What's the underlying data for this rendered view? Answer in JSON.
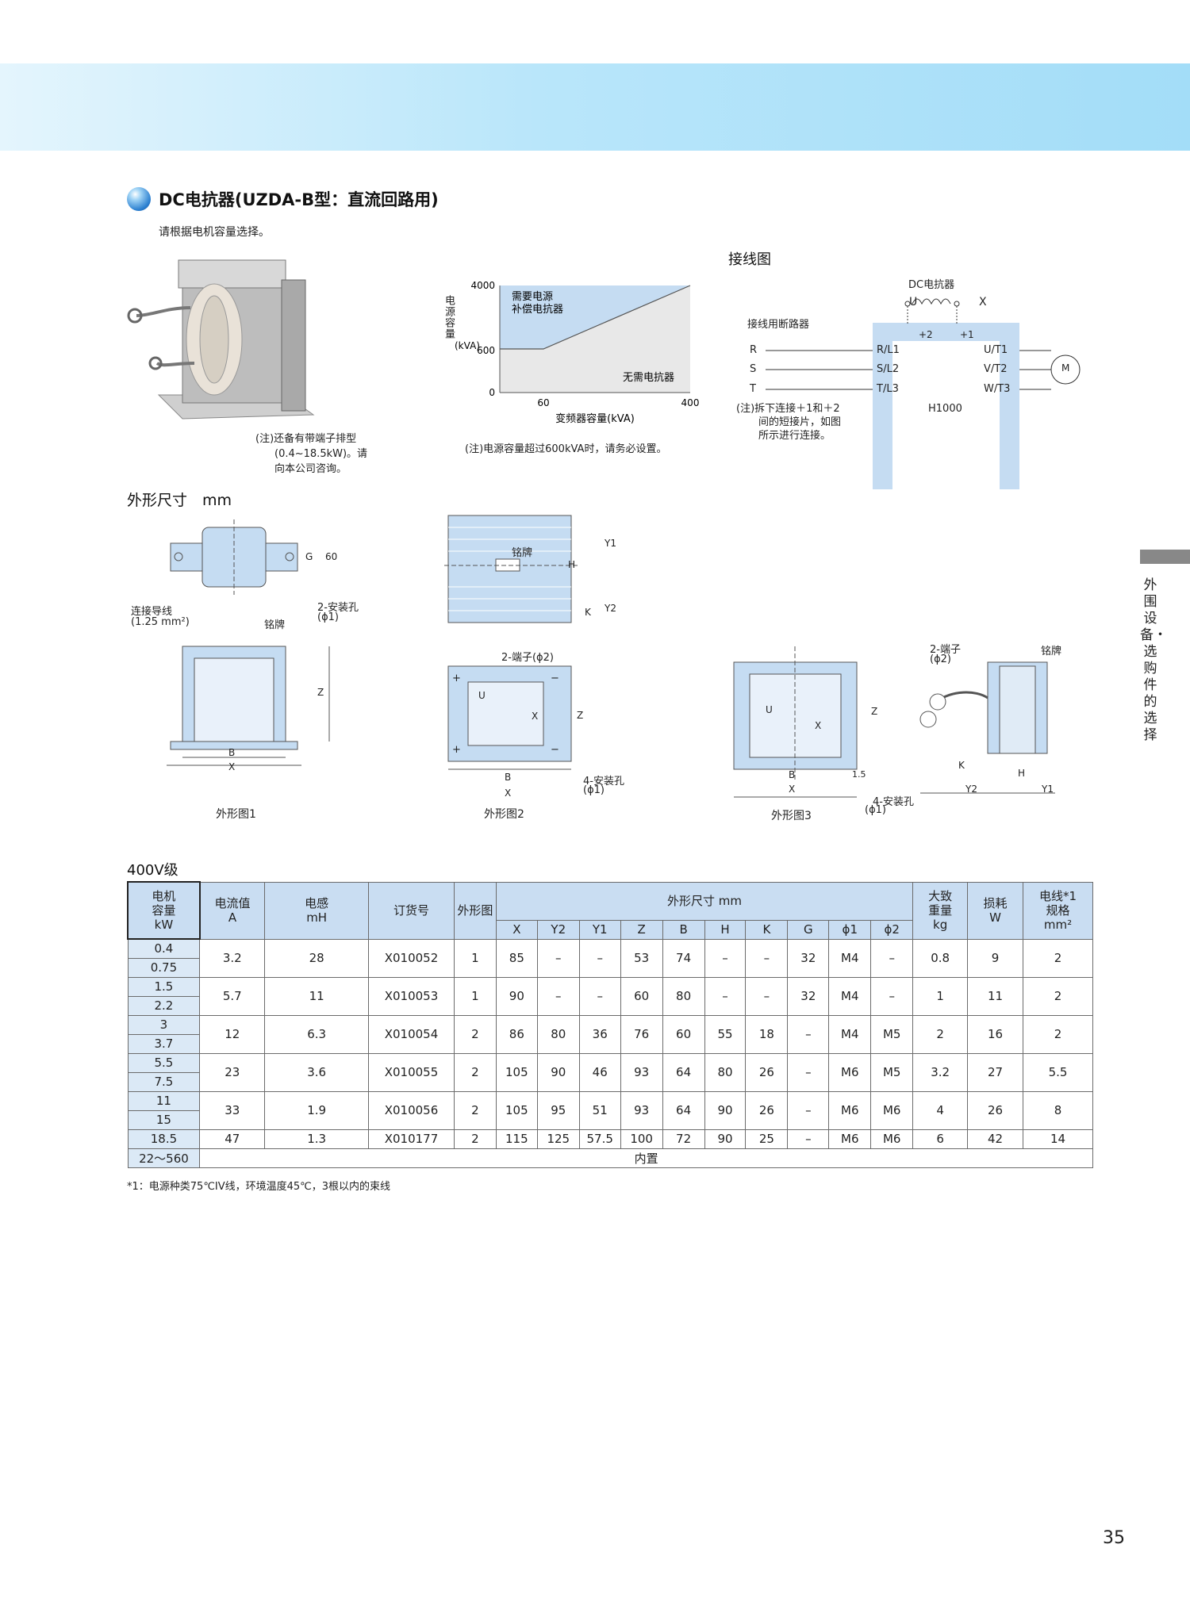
{
  "section": {
    "title": "DC电抗器(UZDA-B型：直流回路用)",
    "subtitle": "请根据电机容量选择。"
  },
  "photo_note": [
    "(注)还备有带端子排型",
    "(0.4~18.5kW)。请",
    "向本公司咨询。"
  ],
  "chart_data": {
    "type": "area",
    "title": "",
    "ylabel": "电源容量",
    "yunit": "(kVA)",
    "xlabel": "变频器容量(kVA)",
    "x_ticks": [
      "60",
      "400"
    ],
    "y_ticks": [
      "4000",
      "600",
      "0"
    ],
    "boundary": [
      {
        "x": 0,
        "y": 600
      },
      {
        "x": 60,
        "y": 600
      },
      {
        "x": 400,
        "y": 4000
      }
    ],
    "xlim": [
      0,
      400
    ],
    "ylim": [
      0,
      4000
    ],
    "region_labels": [
      "需要电源",
      "补偿电抗器",
      "无需电抗器"
    ],
    "note": "(注)电源容量超过600kVA时，请务必设置。",
    "colors": {
      "need": "#c5dcf2",
      "none": "#e8e8e8"
    }
  },
  "wiring": {
    "title": "接线图",
    "reactor_label": "DC电抗器",
    "u": "U",
    "x": "X",
    "plus2": "+2",
    "plus1": "+1",
    "breaker_label": "接线用断路器",
    "r": "R",
    "s": "S",
    "t": "T",
    "rl1": "R/L1",
    "sl2": "S/L2",
    "tl3": "T/L3",
    "ut1": "U/T1",
    "vt2": "V/T2",
    "wt3": "W/T3",
    "motor": "M",
    "model": "H1000",
    "note": [
      "(注)拆下连接＋1和＋2",
      "间的短接片，如图",
      "所示进行连接。"
    ]
  },
  "outline": {
    "title": "外形尺寸　mm",
    "fig1": {
      "caption": "外形图1",
      "lead": "连接导线",
      "lead_size": "(1.25 mm²)",
      "plate": "铭牌",
      "holes": "2-安装孔",
      "holes_phi": "(ϕ1)",
      "g": "G",
      "sixty": "60",
      "z": "Z",
      "b": "B",
      "x": "X"
    },
    "fig2": {
      "caption": "外形图2",
      "plate": "铭牌",
      "terminal": "2-端子(ϕ2)",
      "holes": "4-安装孔",
      "holes_phi": "(ϕ1)",
      "y1": "Y1",
      "y2": "Y2",
      "h": "H",
      "k": "K",
      "z": "Z",
      "b": "B",
      "x": "X",
      "u": "U",
      "xt": "X",
      "plus": "+",
      "minus": "−"
    },
    "fig3": {
      "caption": "外形图3",
      "terminal": "2-端子",
      "terminal_phi": "(ϕ2)",
      "plate": "铭牌",
      "holes": "4-安装孔",
      "holes_phi": "(ϕ1)",
      "z": "Z",
      "b": "B",
      "x": "X",
      "k": "K",
      "h": "H",
      "y2": "Y2",
      "y1": "Y1",
      "d15": "1.5",
      "u": "U",
      "xt": "X"
    }
  },
  "table": {
    "class_title": "400V级",
    "head": {
      "motor": [
        "电机",
        "容量",
        "kW"
      ],
      "current": [
        "电流值",
        "A"
      ],
      "inductance": [
        "电感",
        "mH"
      ],
      "order": "订货号",
      "figure": "外形图",
      "dims": "外形尺寸 mm",
      "dim_cols": [
        "X",
        "Y2",
        "Y1",
        "Z",
        "B",
        "H",
        "K",
        "G",
        "ϕ1",
        "ϕ2"
      ],
      "weight": [
        "大致",
        "重量",
        "kg"
      ],
      "loss": [
        "损耗",
        "W"
      ],
      "wire": [
        "电线*1",
        "规格",
        "mm²"
      ]
    },
    "rows": [
      {
        "kw": [
          "0.4",
          "0.75"
        ],
        "vals": [
          "3.2",
          "28",
          "X010052",
          "1",
          "85",
          "–",
          "–",
          "53",
          "74",
          "–",
          "–",
          "32",
          "M4",
          "–",
          "0.8",
          "9",
          "2"
        ]
      },
      {
        "kw": [
          "1.5",
          "2.2"
        ],
        "vals": [
          "5.7",
          "11",
          "X010053",
          "1",
          "90",
          "–",
          "–",
          "60",
          "80",
          "–",
          "–",
          "32",
          "M4",
          "–",
          "1",
          "11",
          "2"
        ]
      },
      {
        "kw": [
          "3",
          "3.7"
        ],
        "vals": [
          "12",
          "6.3",
          "X010054",
          "2",
          "86",
          "80",
          "36",
          "76",
          "60",
          "55",
          "18",
          "–",
          "M4",
          "M5",
          "2",
          "16",
          "2"
        ]
      },
      {
        "kw": [
          "5.5",
          "7.5"
        ],
        "vals": [
          "23",
          "3.6",
          "X010055",
          "2",
          "105",
          "90",
          "46",
          "93",
          "64",
          "80",
          "26",
          "–",
          "M6",
          "M5",
          "3.2",
          "27",
          "5.5"
        ]
      },
      {
        "kw": [
          "11",
          "15"
        ],
        "vals": [
          "33",
          "1.9",
          "X010056",
          "2",
          "105",
          "95",
          "51",
          "93",
          "64",
          "90",
          "26",
          "–",
          "M6",
          "M6",
          "4",
          "26",
          "8"
        ]
      },
      {
        "kw": [
          "18.5"
        ],
        "vals": [
          "47",
          "1.3",
          "X010177",
          "2",
          "115",
          "125",
          "57.5",
          "100",
          "72",
          "90",
          "25",
          "–",
          "M6",
          "M6",
          "6",
          "42",
          "14"
        ]
      }
    ],
    "last_row": {
      "kw": "22～560",
      "text": "内置"
    },
    "footnote": "*1：电源种类75℃IV线，环境温度45℃，3根以内的束线"
  },
  "side": {
    "text": "外围设备・选购件的选择"
  },
  "page_number": "35"
}
